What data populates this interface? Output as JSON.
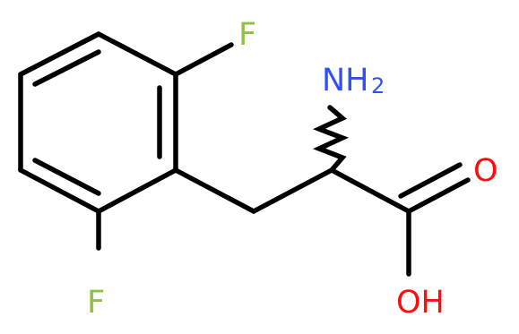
{
  "molecule": {
    "atoms": {
      "f_top": "F",
      "f_bottom": "F",
      "amine": "NH",
      "amine_subscript": "2",
      "carbonyl_o": "O",
      "hydroxyl": "OH"
    },
    "colors": {
      "bond": "#000000",
      "fluorine": "#90C048",
      "nitrogen": "#3050F8",
      "oxygen": "#FF0D0D"
    }
  }
}
